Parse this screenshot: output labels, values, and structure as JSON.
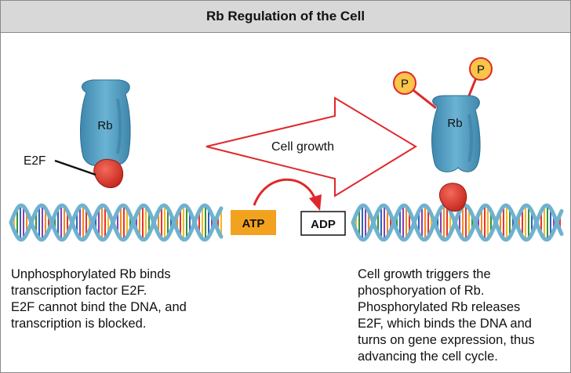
{
  "title": "Rb Regulation of the Cell",
  "labels": {
    "rb_left": "Rb",
    "rb_right": "Rb",
    "e2f": "E2F",
    "arrow": "Cell growth",
    "atp": "ATP",
    "adp": "ADP",
    "phosphate": "P"
  },
  "captions": {
    "left": [
      "Unphosphorylated Rb binds",
      "transcription factor E2F.",
      "E2F cannot bind the DNA, and",
      "transcription is blocked."
    ],
    "right": [
      "Cell growth triggers the",
      "phosphoryation of Rb.",
      "Phosphorylated Rb releases",
      "E2F, which binds the DNA and",
      "turns on gene expression, thus",
      "advancing the cell cycle."
    ]
  },
  "colors": {
    "rb": "#5fa6c8",
    "e2f": "#e03a2b",
    "phosphate": "#f9c54a",
    "atp": "#f3a21f",
    "arrow_stroke": "#e0282a"
  }
}
